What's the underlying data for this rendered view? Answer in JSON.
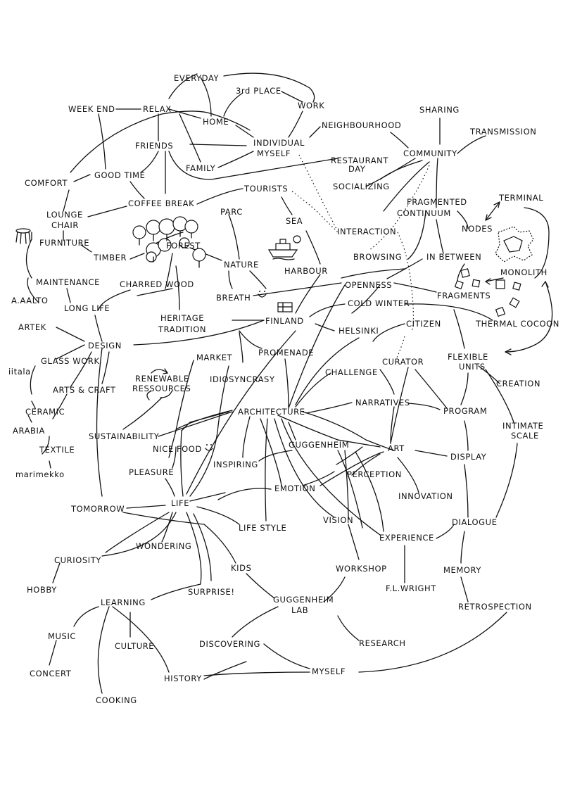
{
  "nodes": {
    "everyday": "EVERYDAY",
    "third_place": "3rd PLACE",
    "work": "WORK",
    "weekend": "WEEK END",
    "relax": "RELAX",
    "home": "HOME",
    "sharing": "SHARING",
    "neighbourhood": "NEIGHBOURHOOD",
    "transmission": "TRANSMISSION",
    "friends": "FRIENDS",
    "individual": "INDIVIDUAL",
    "myself_top": "MYSELF",
    "community": "COMMUNITY",
    "family": "FAMILY",
    "restaurant": "RESTAURANT",
    "day": "DAY",
    "comfort": "COMFORT",
    "good_time": "GOOD TIME",
    "socializing": "SOCIALIZING",
    "tourists": "TOURISTS",
    "fragmented": "FRAGMENTED",
    "continuum": "CONTINUUM",
    "terminal": "TERMINAL",
    "coffee_break": "COFFEE BREAK",
    "lounge": "LOUNGE",
    "chair": "CHAIR",
    "parc": "PARC",
    "sea": "SEA",
    "interaction": "INTERACTION",
    "nodes_label": "NODES",
    "furniture": "FURNITURE",
    "forest": "FOREST",
    "timber": "TIMBER",
    "nature": "NATURE",
    "browsing": "BROWSING",
    "in_between": "IN BETWEEN",
    "harbour": "HARBOUR",
    "monolith": "MONOLITH",
    "maintenance": "MAINTENANCE",
    "charred_wood": "CHARRED WOOD",
    "openness": "OPENNESS",
    "fragments": "FRAGMENTS",
    "aalto": "A.AALTO",
    "long_life": "LONG LIFE",
    "breath": "BREATH",
    "cold_winter": "COLD WINTER",
    "heritage": "HERITAGE",
    "tradition": "TRADITION",
    "finland": "FINLAND",
    "thermal_cocoon": "THERMAL COCOON",
    "artek": "ARTEK",
    "helsinki": "HELSINKI",
    "citizen": "CITIZEN",
    "design": "DESIGN",
    "glass_work": "GLASS WORK",
    "market": "MARKET",
    "promenade": "PROMENADE",
    "flexible": "FLEXIBLE",
    "units": "UNITS",
    "iittala": "iitala",
    "challenge": "CHALLENGE",
    "curator": "CURATOR",
    "renewable": "RENEWABLE",
    "ressources": "RESSOURCES",
    "idiosyncrasy": "IDIOSYNCRASY",
    "creation": "CREATION",
    "arts_craft": "ARTS & CRAFT",
    "narratives": "NARRATIVES",
    "ceramic": "CERAMIC",
    "architecture": "ARCHITECTURE",
    "program": "PROGRAM",
    "intimate": "INTIMATE",
    "scale": "SCALE",
    "arabia": "ARABIA",
    "sustainability": "SUSTAINABILITY",
    "guggenheim": "GUGGENHEIM",
    "nice_food": "NICE FOOD",
    "art": "ART",
    "textile": "TEXTILE",
    "display": "DISPLAY",
    "inspiring": "INSPIRING",
    "pleasure": "PLEASURE",
    "perception": "PERCEPTION",
    "marimekko": "marimekko",
    "emotion": "EMOTION",
    "innovation": "INNOVATION",
    "tomorrow": "TOMORROW",
    "life": "LIFE",
    "vision": "VISION",
    "dialogue": "DIALOGUE",
    "life_style": "LIFE STYLE",
    "experience": "EXPERIENCE",
    "wondering": "WONDERING",
    "curiosity": "CURIOSITY",
    "kids": "KIDS",
    "workshop": "WORKSHOP",
    "memory": "MEMORY",
    "hobby": "HOBBY",
    "surprise": "SURPRISE!",
    "fl_wright": "F.L.WRIGHT",
    "learning": "LEARNING",
    "guggenheim_lab": "GUGGENHEIM",
    "lab": "LAB",
    "retrospection": "RETROSPECTION",
    "music": "MUSIC",
    "discovering": "DISCOVERING",
    "research": "RESEARCH",
    "culture": "CULTURE",
    "concert": "CONCERT",
    "history": "HISTORY",
    "myself_bottom": "MYSELF",
    "cooking": "COOKING"
  },
  "icons": {
    "stool": "stool-sketch",
    "trees": "tree-sketch",
    "boat": "boat-sketch",
    "flag": "finnish-flag-sketch",
    "smiley": "smiley-sketch",
    "recycle": "recycle-arrows",
    "puzzle": "puzzle-cluster-sketch",
    "squares": "scattered-squares-sketch"
  }
}
